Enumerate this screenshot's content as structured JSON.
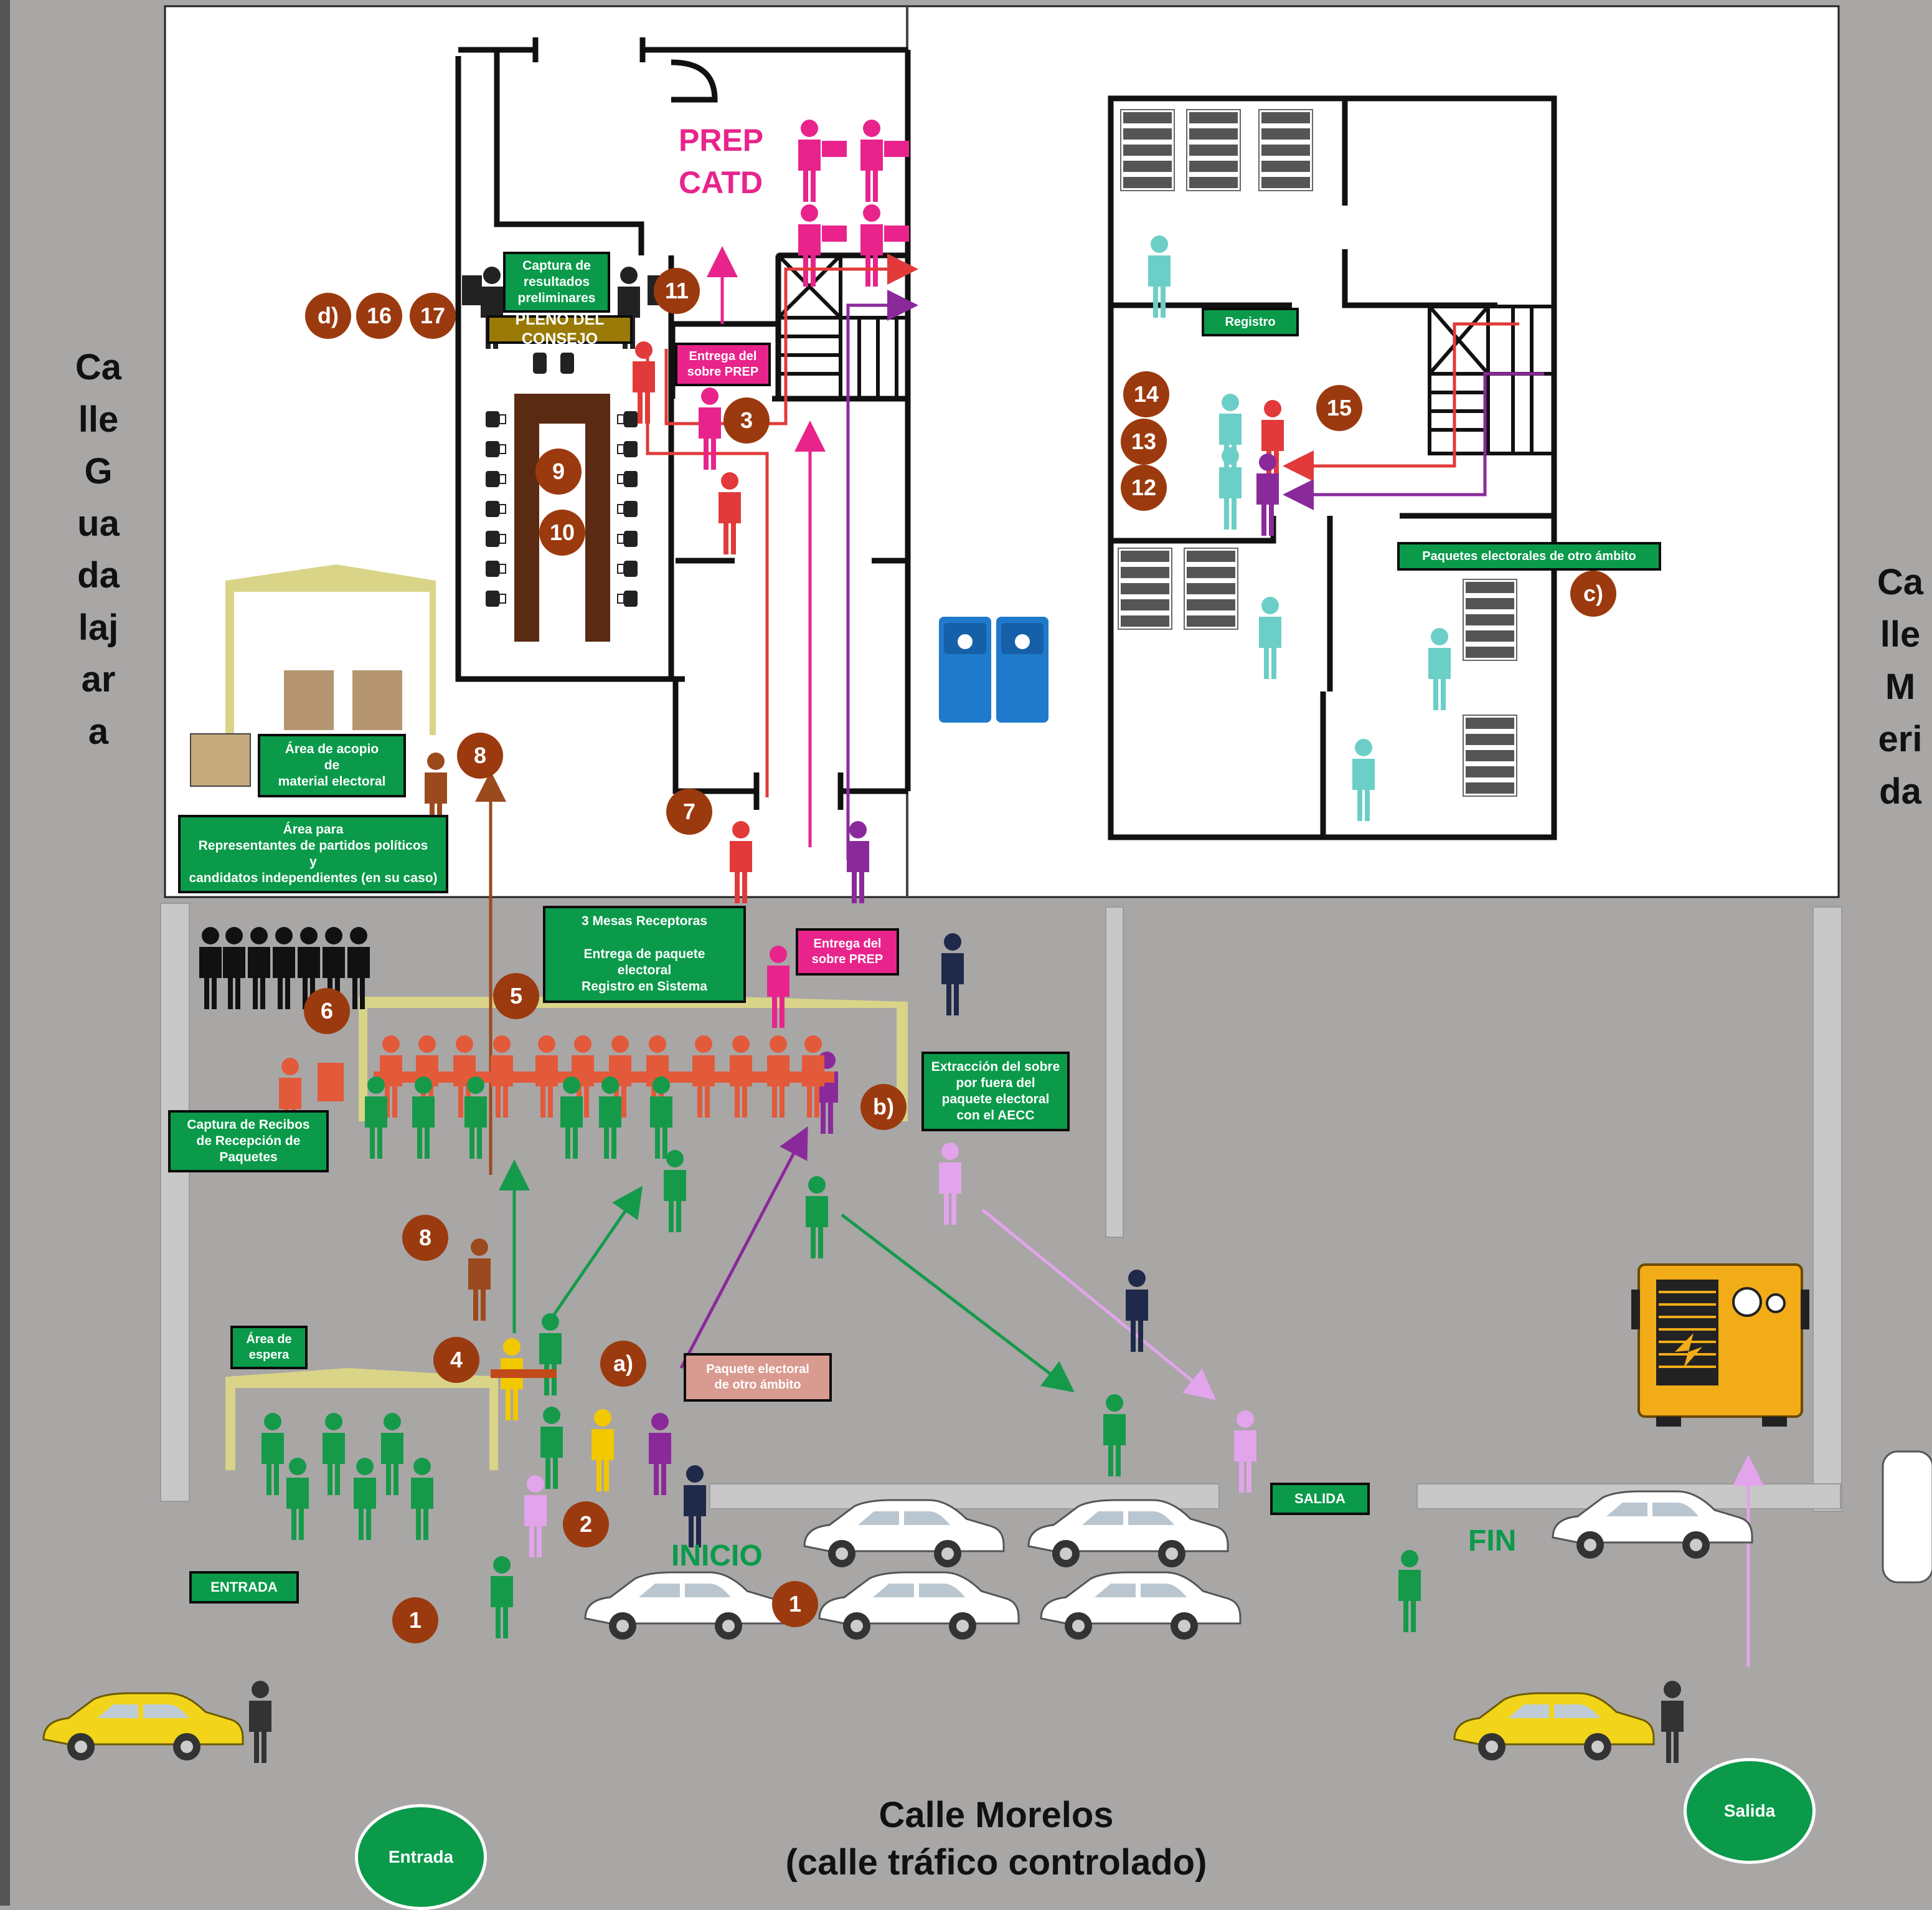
{
  "streets": {
    "left": "Calle Guadalajara",
    "right": "Calle Merida",
    "bottom_line1": "Calle Morelos",
    "bottom_line2": "(calle tráfico controlado)"
  },
  "prep_title": "PREP",
  "catd_title": "CATD",
  "labels": {
    "captura_resultados": "Captura de\nresultados\npreliminares",
    "pleno": "PLENO DEL CONSEJO",
    "entrega_sobre_prep_top": "Entrega del\nsobre PREP",
    "registro": "Registro",
    "paquetes_otro_ambito": "Paquetes electorales de otro ámbito",
    "area_acopio": "Área de acopio\nde\nmaterial electoral",
    "area_representantes": "Área para\nRepresentantes de partidos políticos\ny\ncandidatos independientes (en su caso)",
    "mesas_receptoras": "3 Mesas Receptoras\n\nEntrega de paquete\nelectoral\nRegistro en Sistema",
    "entrega_sobre_prep_bottom": "Entrega del\nsobre PREP",
    "extraccion": "Extracción del sobre\npor fuera del\npaquete electoral\ncon el AECC",
    "captura_recibos": "Captura de Recibos\nde Recepción de\nPaquetes",
    "area_espera": "Área de\nespera",
    "paquete_otro_ambito": "Paquete electoral\nde otro ámbito",
    "entrada_tag": "ENTRADA",
    "salida_tag": "SALIDA",
    "inicio": "INICIO",
    "fin": "FIN",
    "entrada_circle": "Entrada",
    "salida_circle": "Salida"
  },
  "markers": {
    "d": "d)",
    "n16": "16",
    "n17": "17",
    "n11": "11",
    "n3": "3",
    "n9": "9",
    "n10": "10",
    "n7": "7",
    "n8_top": "8",
    "n14": "14",
    "n13": "13",
    "n12": "12",
    "n15": "15",
    "c": "c)",
    "n5": "5",
    "n6": "6",
    "b": "b)",
    "n8_bottom": "8",
    "n4": "4",
    "a": "a)",
    "n2": "2",
    "n1_left": "1",
    "n1_right": "1"
  },
  "colors": {
    "ground": "#a9a6a6",
    "green_label": "#0a9a4a",
    "marker": "#9b3a0e",
    "pink": "#e8248c",
    "green_person": "#159a4a",
    "red_person": "#e23a3a",
    "purple_person": "#8a2a9a",
    "lilac_person": "#e2a4ea",
    "teal_person": "#6ccfc7",
    "orange_person": "#e25a3a",
    "yellow_person": "#f2c800",
    "navy_person": "#1f2a4a",
    "tent": "#d9d488"
  }
}
